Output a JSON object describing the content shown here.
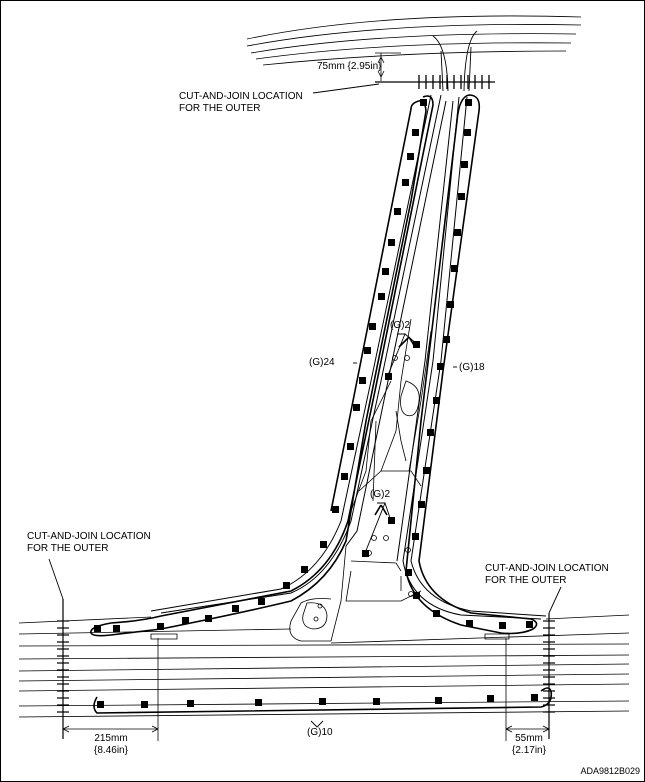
{
  "callouts": {
    "cut_top_line1": "CUT-AND-JOIN LOCATION",
    "cut_top_line2": "FOR THE OUTER",
    "cut_left_line1": "CUT-AND-JOIN LOCATION",
    "cut_left_line2": "FOR THE OUTER",
    "cut_right_line1": "CUT-AND-JOIN LOCATION",
    "cut_right_line2": "FOR THE OUTER"
  },
  "dimensions": {
    "top": "75mm {2.95in}",
    "left_mm": "215mm",
    "left_in": "{8.46in}",
    "right_mm": "55mm",
    "right_in": "{2.17in}"
  },
  "weld_groups": {
    "left_pillar": "(G)24",
    "right_pillar": "(G)18",
    "upper_inner": "(G)2",
    "lower_inner": "(G)2",
    "sill": "(G)10"
  },
  "figure_code": "ADA9812B029",
  "colors": {
    "line": "#000000",
    "background": "#ffffff"
  }
}
